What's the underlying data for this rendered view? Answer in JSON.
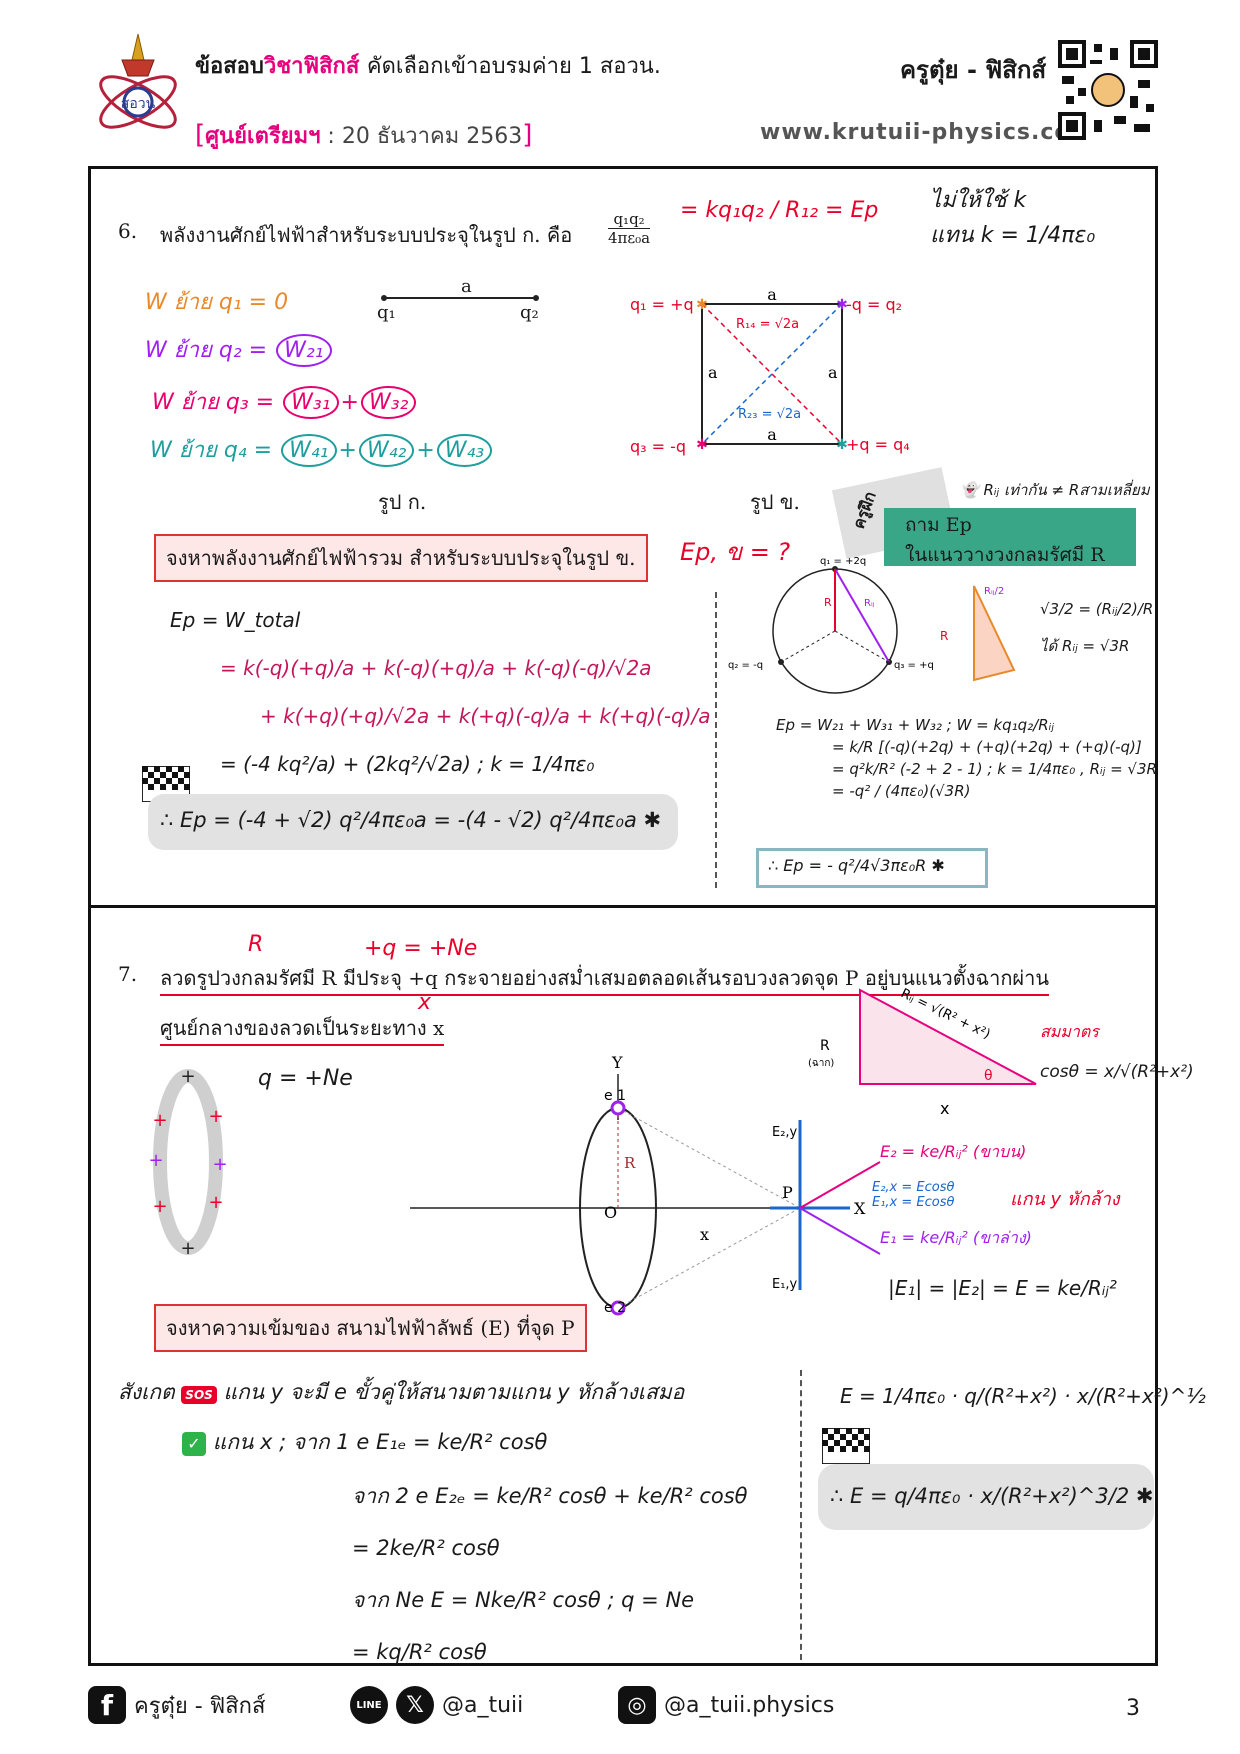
{
  "header": {
    "title_prefix": "ข้อสอบ",
    "title_subject": "วิชาฟิสิกส์",
    "title_rest": "คัดเลือกเข้าอบรมค่าย 1 สอวน.",
    "center_name": "ศูนย์เตรียมฯ",
    "center_date": ": 20 ธันวาคม 2563",
    "author": "ครูตุ๋ย - ฟิสิกส์",
    "url": "www.krutuii-physics.com",
    "logo_text": "สอวน"
  },
  "q6": {
    "number": "6.",
    "text": "พลังงานศักย์ไฟฟ้าสำหรับระบบประจุในรูป ก. คือ",
    "formula_num": "q₁q₂",
    "formula_den": "4πε₀a",
    "ink_eq": "= kq₁q₂ / R₁₂ = Ep",
    "note_k_1": "ไม่ให้ใช้ k",
    "note_k_2": "แทน k = 1/4πε₀",
    "work_lines": [
      {
        "label": "W ย้าย q₁",
        "rhs": "= 0",
        "terms": []
      },
      {
        "label": "W ย้าย q₂",
        "rhs": "=",
        "terms": [
          "W₂₁"
        ]
      },
      {
        "label": "W ย้าย q₃",
        "rhs": "=",
        "terms": [
          "W₃₁",
          "W₃₂"
        ]
      },
      {
        "label": "W ย้าย q₄",
        "rhs": "=",
        "terms": [
          "W₄₁",
          "W₄₂",
          "W₄₃"
        ]
      }
    ],
    "fig_a": {
      "a": "a",
      "q1": "q₁",
      "q2": "q₂",
      "label": "รูป ก."
    },
    "fig_b": {
      "label": "รูป ข.",
      "tl": "q₁ = +q",
      "tr": "-q = q₂",
      "bl": "q₃ = -q",
      "br": "+q = q₄",
      "a_top": "a",
      "a_left": "a",
      "a_right": "a",
      "a_bottom": "a",
      "diag1": "R₁₄ = √2a",
      "diag2": "R₂₃ = √2a"
    },
    "task": "จงหาพลังงานศักย์ไฟฟ้ารวม สำหรับระบบประจุในรูป ข.",
    "task_ink": "Ep, ข = ?",
    "solution_lines": [
      "Ep = W_total",
      "= k(-q)(+q)/a + k(-q)(+q)/a + k(-q)(-q)/√2a",
      "+ k(+q)(+q)/√2a + k(+q)(-q)/a + k(+q)(-q)/a",
      "= (-4 kq²/a) + (2kq²/√2a)   ; k = 1/4πε₀"
    ],
    "result": "∴ Ep = (-4 + √2) q²/4πε₀a = -(4 - √2) q²/4πε₀a ✱",
    "extra": {
      "sticky_label": "ครูฝึก",
      "ghost_note": "👻 Rᵢⱼ เท่ากัน ≠ Rสามเหลี่ยม",
      "banner_1": "ถาม Ep",
      "banner_2": "ในแนววางวงกลมรัศมี R",
      "circle_top": "q₁ = +2q",
      "circle_left": "q₂ = -q",
      "circle_right": "q₃ = +q",
      "circle_R": "R",
      "circle_Rij": "Rᵢⱼ",
      "tri_R": "R",
      "tri_Rij": "Rᵢⱼ/2",
      "tri_note_1": "√3/2 = (Rᵢⱼ/2)/R",
      "tri_note_2": "ได้ Rᵢⱼ = √3R",
      "sol_lines": [
        "Ep = W₂₁ + W₃₁ + W₃₂   ; W = kq₁q₂/Rᵢⱼ",
        "= k/R [(-q)(+2q) + (+q)(+2q) + (+q)(-q)]",
        "= q²k/R² (-2 + 2 - 1)   ; k = 1/4πε₀ , Rᵢⱼ = √3R",
        "= -q² / (4πε₀)(√3R)"
      ],
      "result": "∴ Ep = - q²/4√3πε₀R ✱"
    }
  },
  "q7": {
    "number": "7.",
    "text_1": "ลวดรูปวงกลมรัศมี R มีประจุ +q กระจายอย่างสม่ำเสมอตลอดเส้นรอบวงลวดจุด P อยู่บนแนวตั้งฉากผ่าน",
    "text_2": "ศูนย์กลางของลวดเป็นระยะทาง x",
    "ink_R": "R",
    "ink_q": "+q = +Ne",
    "ink_x": "x",
    "q_eq": "q = +Ne",
    "fig": {
      "Y": "Y",
      "O": "O",
      "R": "R",
      "x": "x",
      "P": "P",
      "X": "X",
      "e1": "e 1",
      "e2": "e 2",
      "E2y": "E₂,y",
      "E1y": "E₁,y"
    },
    "tri": {
      "hyp": "Rᵢⱼ = √(R² + x²)",
      "side": "R",
      "side_note": "(ฉาก)",
      "base": "x",
      "theta": "θ"
    },
    "sym_note": "สมมาตร",
    "cos_eq": "cosθ = x/√(R²+x²)",
    "E2": "E₂ = ke/Rᵢⱼ² (ขาบน)",
    "E1": "E₁ = ke/Rᵢⱼ² (ขาล่าง)",
    "Ex_1": "E₂,x = Ecosθ",
    "Ex_2": "E₁,x = Ecosθ",
    "y_note": "แกน y หักล้าง",
    "E_eq": "|E₁| = |E₂| = E = ke/Rᵢⱼ²",
    "task": "จงหาความเข้มของ สนามไฟฟ้าลัพธ์ (E) ที่จุด P",
    "conclusion_1_prefix": "สังเกต",
    "sos": "SOS",
    "conclusion_1": "แกน y จะมี e ขั้วคู่ให้สนามตามแกน y หักล้างเสมอ",
    "check": "✓",
    "conclusion_2": "แกน x  ;  จาก  1 e    E₁ₑ = ke/R² cosθ",
    "steps": [
      "จาก  2 e    E₂ₑ = ke/R² cosθ + ke/R² cosθ",
      "                    = 2ke/R² cosθ",
      "จาก  Ne    E    = Nke/R² cosθ  ; q = Ne",
      "                    = kq/R² cosθ"
    ],
    "final_eq": "E = 1/4πε₀ · q/(R²+x²) · x/(R²+x²)^½",
    "result": "∴ E = q/4πε₀ · x/(R²+x²)^3/2 ✱"
  },
  "footer": {
    "facebook": "ครูตุ๋ย - ฟิสิกส์",
    "line_label": "LINE",
    "x_handle": "@a_tuii",
    "instagram": "@a_tuii.physics",
    "page": "3"
  }
}
